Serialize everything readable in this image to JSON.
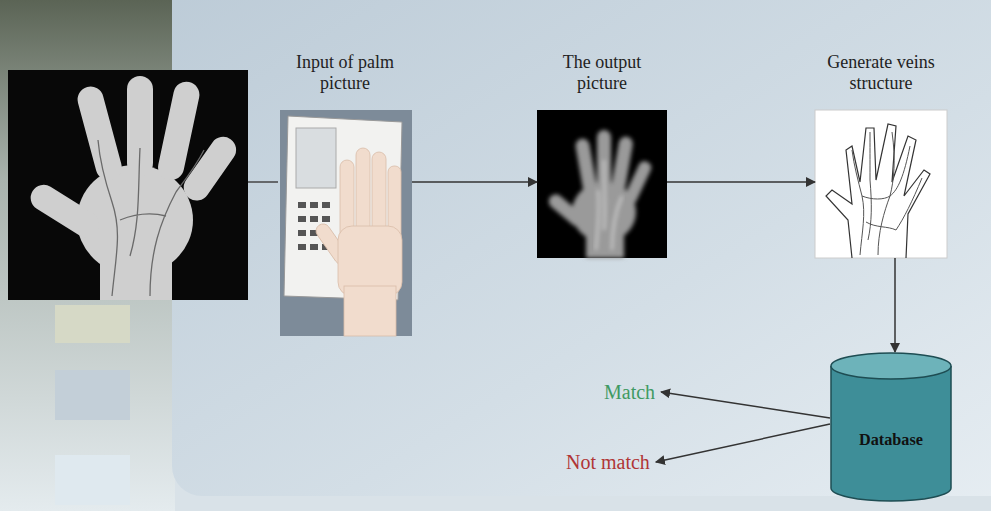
{
  "diagram": {
    "nodes": [
      {
        "text": [
          "Input of palm picture"
        ]
      },
      {
        "text": [
          "The output picture"
        ]
      },
      {
        "text": [
          "Generate veins structure"
        ]
      },
      {
        "text": [
          "Database"
        ]
      },
      {
        "text": [
          "Match"
        ]
      },
      {
        "text": [
          "Not match"
        ]
      }
    ],
    "edges": [
      {
        "from": 0,
        "to": 1,
        "arrow": "to"
      },
      {
        "from": 1,
        "to": 2,
        "arrow": "to"
      },
      {
        "from": 2,
        "to": 3,
        "arrow": "to"
      },
      {
        "from": 3,
        "to": 4,
        "arrow": "to"
      },
      {
        "from": 3,
        "to": 5,
        "arrow": "to"
      }
    ]
  }
}
